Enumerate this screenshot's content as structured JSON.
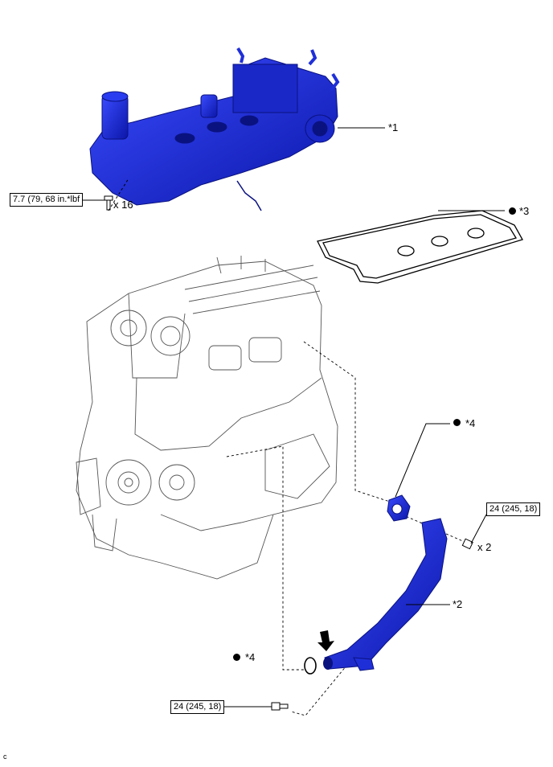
{
  "callouts": {
    "p1": "*1",
    "p2": "*2",
    "p3": "*3",
    "p4_upper": "*4",
    "p4_lower": "*4"
  },
  "torque": {
    "cover_bolts": "7.7 (79, 68 in.*lbf",
    "outlet_bolts": "24 (245, 18)",
    "pipe_bolt": "24 (245, 18)"
  },
  "quantities": {
    "cover_bolts": "x 16",
    "outlet_bolts": "x 2"
  },
  "corner_code": "c",
  "colors": {
    "part_blue": "#1f2fd8",
    "part_dark": "#0a1280",
    "line": "#000000"
  }
}
